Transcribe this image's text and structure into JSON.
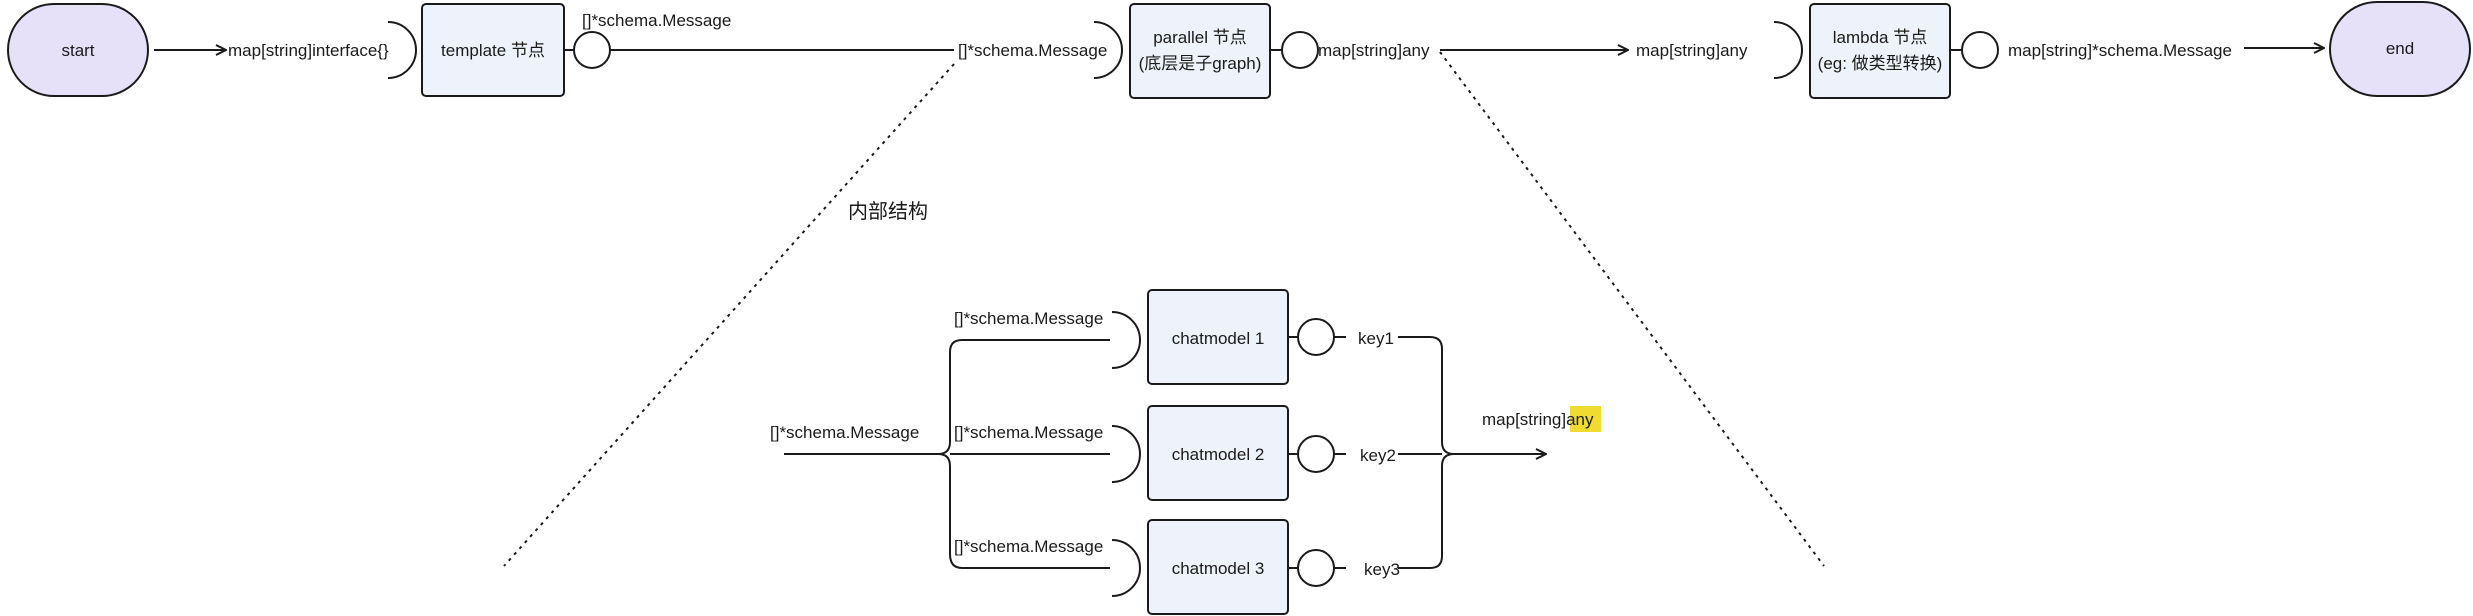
{
  "nodes": {
    "start": "start",
    "end": "end",
    "template": "template 节点",
    "parallel_line1": "parallel 节点",
    "parallel_line2": "(底层是子graph)",
    "lambda_line1": "lambda 节点",
    "lambda_line2": "(eg: 做类型转换)",
    "chatmodel1": "chatmodel 1",
    "chatmodel2": "chatmodel 2",
    "chatmodel3": "chatmodel 3"
  },
  "labels": {
    "start_to_template": "map[string]interface{}",
    "template_output": "[]*schema.Message",
    "parallel_input": "[]*schema.Message",
    "parallel_output": "map[string]any",
    "lambda_input": "map[string]any",
    "lambda_output": "map[string]*schema.Message",
    "inner_structure": "内部结构",
    "sub_input": "[]*schema.Message",
    "cm1_input": "[]*schema.Message",
    "cm2_input": "[]*schema.Message",
    "cm3_input": "[]*schema.Message",
    "key1": "key1",
    "key2": "key2",
    "key3": "key3",
    "sub_output_prefix": "map[string]",
    "sub_output_highlight": "any"
  },
  "colors": {
    "terminal_fill": "#e6e0f8",
    "node_fill": "#eef3fb",
    "stroke": "#1a1a1a",
    "highlight": "#f0dc30"
  }
}
